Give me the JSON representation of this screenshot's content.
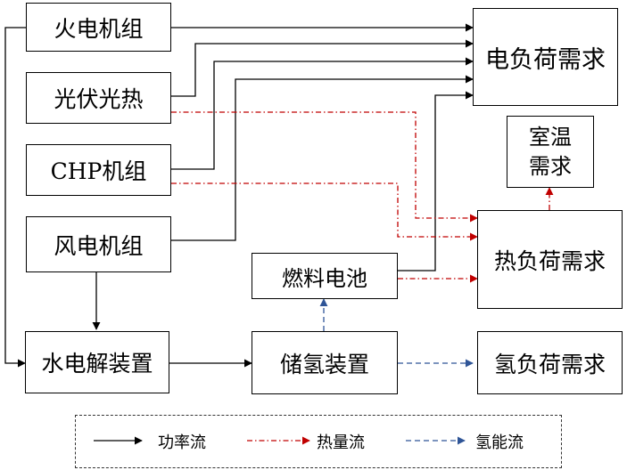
{
  "nodes": {
    "thermal_unit": "火电机组",
    "pv_solar_thermal": "光伏光热",
    "chp_unit": "CHP机组",
    "wind_unit": "风电机组",
    "electrolyzer": "水电解装置",
    "fuel_cell": "燃料电池",
    "hydrogen_storage": "储氢装置",
    "electric_load": "电负荷需求",
    "room_temp_line1": "室温",
    "room_temp_line2": "需求",
    "heat_load": "热负荷需求",
    "hydrogen_load": "氢负荷需求"
  },
  "legend": {
    "power_flow": "功率流",
    "heat_flow": "热量流",
    "hydrogen_flow": "氢能流"
  },
  "colors": {
    "power": "#000000",
    "heat": "#c00000",
    "hydrogen": "#2f5597"
  }
}
